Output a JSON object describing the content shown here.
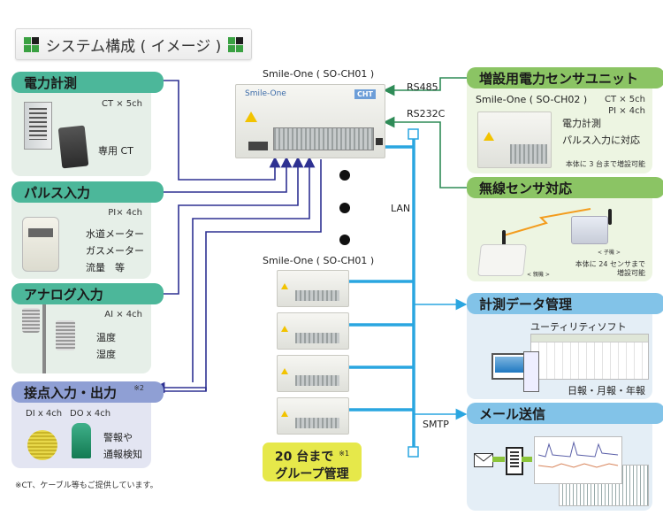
{
  "header": {
    "title": "システム構成 ( イメージ )"
  },
  "colors": {
    "teal": "#4cb79a",
    "purple": "#8f9fd4",
    "green": "#8bc464",
    "blue": "#82c3e8",
    "lan": "#2aa6e0",
    "wire": "#2e3192",
    "rs": "#2e8b57",
    "badge": "#e6e84a"
  },
  "left_panels": {
    "power": {
      "title": "電力計測",
      "spec": "CT × 5ch",
      "note": "専用 CT"
    },
    "pulse": {
      "title": "パルス入力",
      "spec": "PI× 4ch",
      "lines": [
        "水道メーター",
        "ガスメーター",
        "流量　等"
      ]
    },
    "analog": {
      "title": "アナログ入力",
      "spec": "AI × 4ch",
      "lines": [
        "温度",
        "湿度"
      ]
    },
    "contact": {
      "title": "接点入力・出力",
      "footnote_mark": "※2",
      "spec_di": "DI x 4ch",
      "spec_do": "DO x 4ch",
      "lines": [
        "警報や",
        "通報検知"
      ]
    }
  },
  "footnote": "※CT、ケーブル等もご提供しています。",
  "center": {
    "main_device_label": "Smile-One ( SO-CH01 )",
    "device_brand": "Smile-One",
    "device_logo": "CHT",
    "group_label": "Smile-One ( SO-CH01 )",
    "rs485": "RS485",
    "rs232c": "RS232C",
    "lan": "LAN",
    "smtp": "SMTP",
    "badge": {
      "line1": "20 台まで",
      "mark": "※1",
      "line2": "グループ管理"
    }
  },
  "right_panels": {
    "expansion": {
      "title": "増設用電力センサユニット",
      "model": "Smile-One ( SO-CH02 )",
      "spec1": "CT × 5ch",
      "spec2": "PI × 4ch",
      "lines": [
        "電力計測",
        "パルス入力に対応"
      ],
      "note": "本体に 3 台まで増設可能"
    },
    "wireless": {
      "title": "無線センサ対応",
      "child": "< 子機 >",
      "parent": "< 親機 >",
      "note1": "本体に 24 センサまで",
      "note2": "増設可能"
    },
    "data": {
      "title": "計測データ管理",
      "software": "ユーティリティソフト",
      "reports": "日報・月報・年報"
    },
    "mail": {
      "title": "メール送信"
    }
  }
}
